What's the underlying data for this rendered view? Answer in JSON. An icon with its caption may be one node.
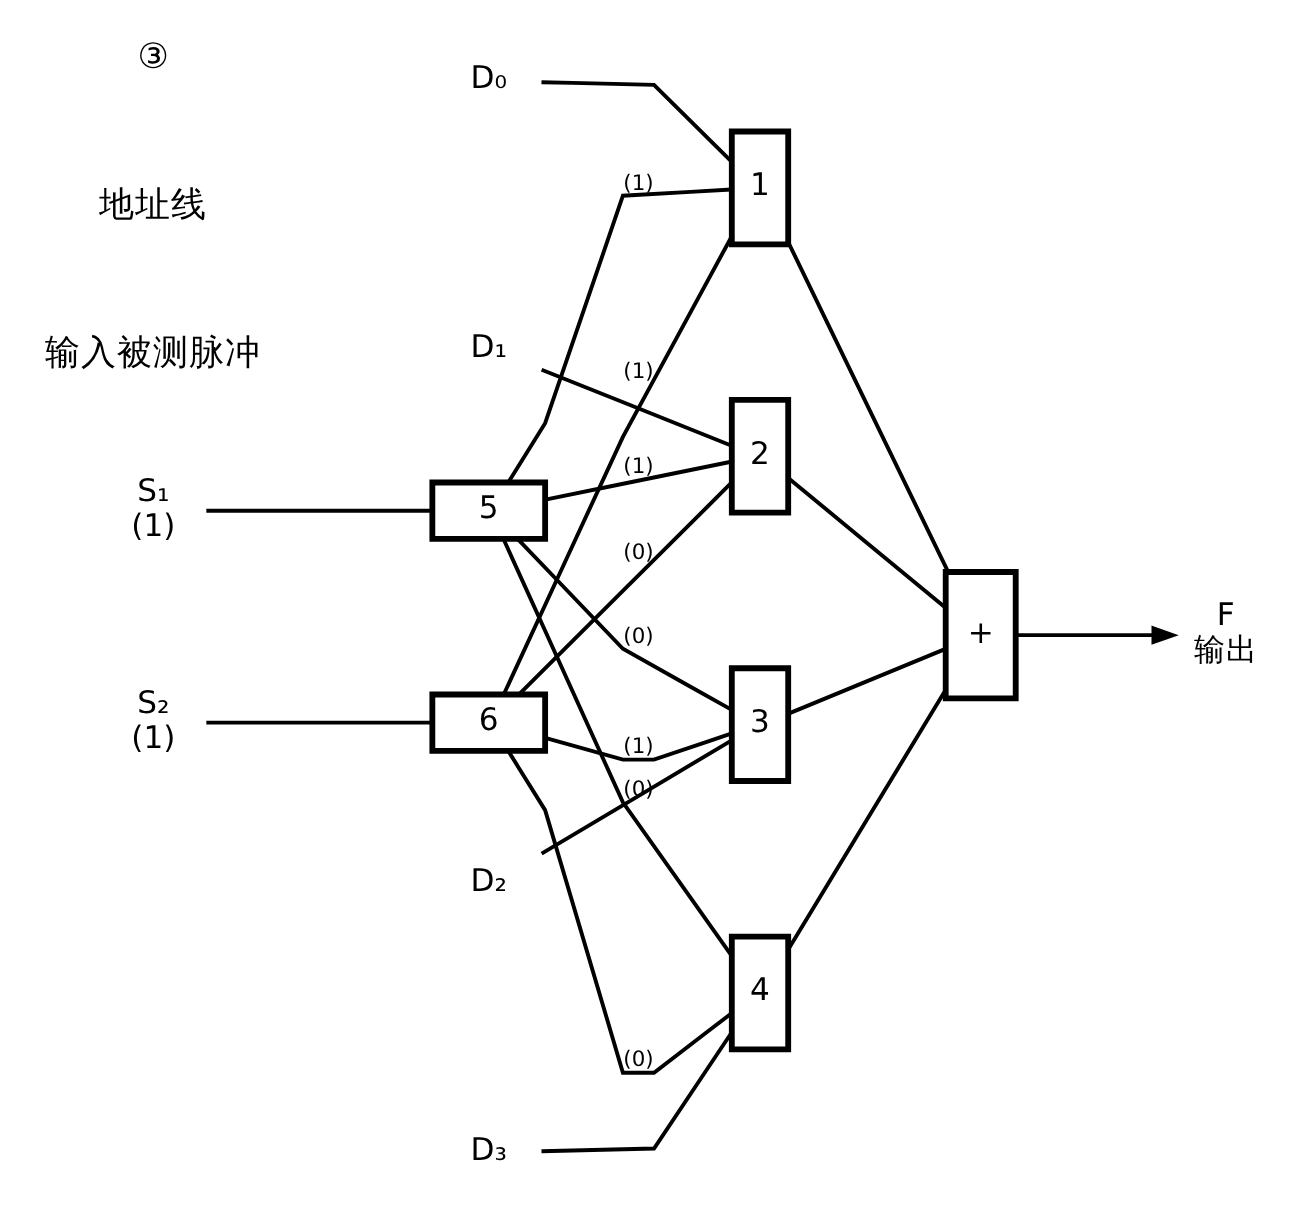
{
  "diagram": {
    "nodes": [
      {
        "text": [
          "D₀"
        ]
      },
      {
        "text": [
          "D₁"
        ]
      },
      {
        "text": [
          "D₂"
        ]
      },
      {
        "text": [
          "D₃"
        ]
      },
      {
        "text": [
          "1"
        ]
      },
      {
        "text": [
          "2"
        ]
      },
      {
        "text": [
          "3"
        ]
      },
      {
        "text": [
          "4"
        ]
      },
      {
        "text": [
          "+"
        ]
      },
      {
        "text": [
          "F"
        ],
        "beside": [
          "输出"
        ]
      },
      {
        "text": [
          "5"
        ]
      },
      {
        "text": [
          "6"
        ]
      },
      {
        "text": [
          "S₁"
        ],
        "beside": [
          "(1)"
        ]
      },
      {
        "text": [
          "S₂"
        ],
        "beside": [
          "(1)"
        ]
      }
    ],
    "edges": [
      {
        "from": 0,
        "to": 4,
        "arrow": "none"
      },
      {
        "from": 1,
        "to": 5,
        "arrow": "none"
      },
      {
        "from": 2,
        "to": 6,
        "arrow": "none"
      },
      {
        "from": 3,
        "to": 7,
        "arrow": "none"
      },
      {
        "from": 10,
        "to": 4,
        "arrow": "none",
        "label": "(1)"
      },
      {
        "from": 11,
        "to": 4,
        "arrow": "none",
        "label": "(1)"
      },
      {
        "from": 10,
        "to": 5,
        "arrow": "none",
        "label": "(1)"
      },
      {
        "from": 11,
        "to": 5,
        "arrow": "none",
        "label": "(0)"
      },
      {
        "from": 10,
        "to": 6,
        "arrow": "none",
        "label": "(0)"
      },
      {
        "from": 11,
        "to": 6,
        "arrow": "none",
        "label": "(1)"
      },
      {
        "from": 10,
        "to": 7,
        "arrow": "none",
        "label": "(0)"
      },
      {
        "from": 11,
        "to": 7,
        "arrow": "none",
        "label": "(0)"
      },
      {
        "from": 4,
        "to": 8,
        "arrow": "none"
      },
      {
        "from": 5,
        "to": 8,
        "arrow": "none"
      },
      {
        "from": 6,
        "to": 8,
        "arrow": "none"
      },
      {
        "from": 7,
        "to": 8,
        "arrow": "none"
      },
      {
        "from": 8,
        "to": 9,
        "arrow": "to"
      },
      {
        "from": 12,
        "to": 10,
        "arrow": "none"
      },
      {
        "from": 13,
        "to": 11,
        "arrow": "none"
      }
    ],
    "labels": [
      "输入被测脉冲",
      "地址线",
      "③"
    ]
  }
}
